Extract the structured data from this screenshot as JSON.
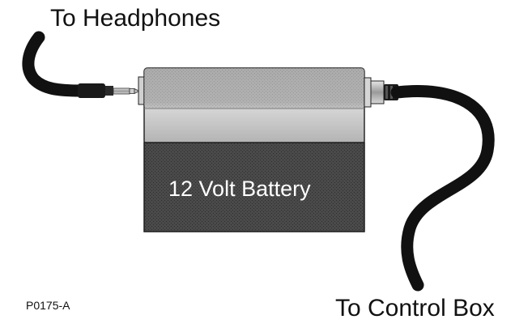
{
  "labels": {
    "headphones": "To Headphones",
    "control_box": "To Control Box",
    "battery": "12 Volt Battery",
    "figure_id": "P0175-A"
  },
  "colors": {
    "battery_top": "#a9a9a9",
    "battery_top_light": "#cfcfcf",
    "battery_body": "#3a3a3a",
    "cable": "#111111",
    "plug_metal": "#bdbdbd",
    "text": "#111111"
  },
  "icons": {
    "headphone_plug": "headphone-jack-plug-icon",
    "control_connector": "coax-connector-icon"
  }
}
